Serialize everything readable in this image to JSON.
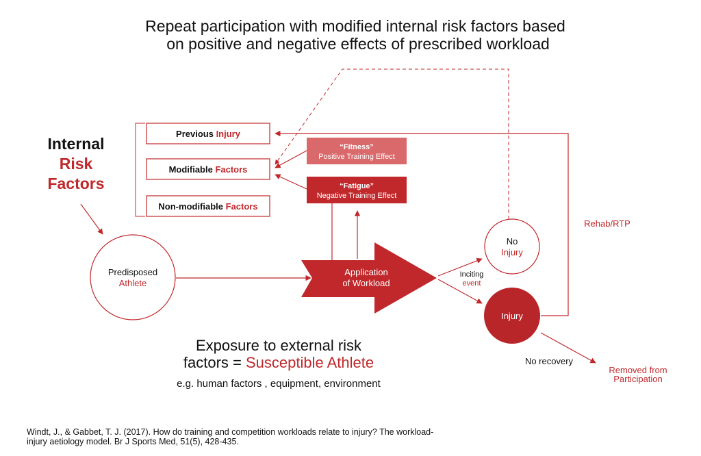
{
  "colors": {
    "red": "#c0282b",
    "red_light": "#d9696b",
    "red_dark": "#b8262a",
    "black": "#111111"
  },
  "title": {
    "line1": "Repeat participation with modified internal risk factors based",
    "line2": "on positive and negative effects of prescribed workload"
  },
  "internal_risk": {
    "line1": "Internal",
    "line2": "Risk",
    "line3": "Factors"
  },
  "boxes": {
    "previous": {
      "black": "Previous ",
      "red": "Injury"
    },
    "modifiable": {
      "black": "Modifiable ",
      "red": "Factors"
    },
    "nonmodifiable": {
      "black": "Non-modifiable ",
      "red": "Factors"
    }
  },
  "fitness": {
    "title": "“Fitness”",
    "subtitle": "Positive Training Effect"
  },
  "fatigue": {
    "title": "“Fatigue”",
    "subtitle": "Negative Training Effect"
  },
  "predisposed": {
    "line1": "Predisposed",
    "line2": "Athlete"
  },
  "workload": {
    "line1": "Application",
    "line2": "of Workload"
  },
  "no_injury": {
    "line1": "No",
    "line2": "Injury"
  },
  "injury": {
    "label": "Injury"
  },
  "inciting": {
    "line1": "Inciting",
    "line2": "event"
  },
  "rehab": "Rehab/RTP",
  "no_recovery": "No recovery",
  "removed": {
    "line1": "Removed from",
    "line2": "Participation"
  },
  "exposure": {
    "line1": "Exposure to external risk",
    "line2_black": "factors = ",
    "line2_red": "Susceptible Athlete"
  },
  "examples": "e.g. human factors , equipment, environment",
  "citation": {
    "line1": "Windt, J., & Gabbet, T. J. (2017). How do training and competition workloads relate to injury? The workload-",
    "line2": "injury aetiology model. Br J Sports Med, 51(5), 428-435."
  }
}
